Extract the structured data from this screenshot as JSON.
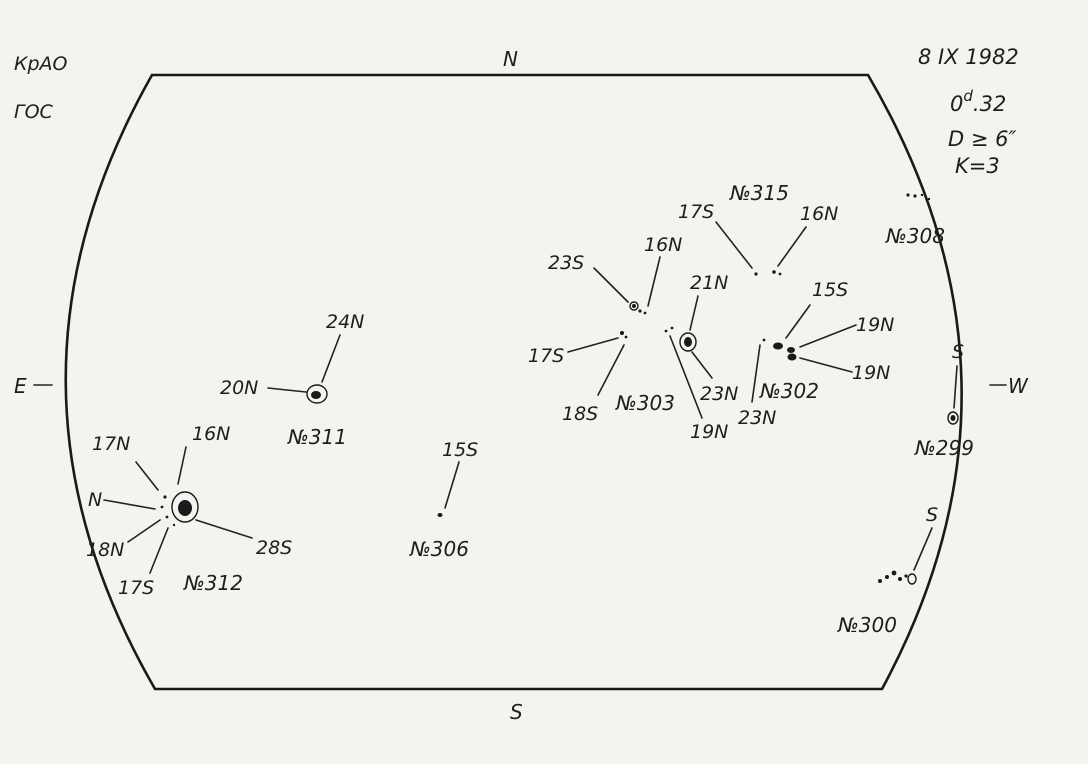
{
  "observatory": "КрАО",
  "instrument": "ГОС",
  "date": "8 IX 1982",
  "time": "0",
  "time_sup": "d",
  "time_frac": ".32",
  "diameter": "D ≥ 6″",
  "k_value": "K=3",
  "directions": {
    "north": "N",
    "south": "S",
    "east": "E",
    "west": "W"
  },
  "groups": {
    "g299": {
      "number": "№299",
      "label": "S"
    },
    "g300": {
      "number": "№300",
      "label": "S"
    },
    "g302": {
      "number": "№302",
      "l1": "15S",
      "l2": "19N",
      "l3": "19N",
      "l4": "23N"
    },
    "g303": {
      "number": "№303",
      "l1": "23S",
      "l2": "16N",
      "l3": "17S",
      "l4": "18S",
      "l5": "21N",
      "l6": "23N",
      "l7": "19N"
    },
    "g306": {
      "number": "№306",
      "label": "15S"
    },
    "g308": {
      "number": "№308"
    },
    "g311": {
      "number": "№311",
      "l1": "24N",
      "l2": "20N"
    },
    "g312": {
      "number": "№312",
      "l1": "17N",
      "l2": "16N",
      "l3": "N",
      "l4": "18N",
      "l5": "17S",
      "l6": "28S"
    },
    "g315": {
      "number": "№315",
      "l1": "17S",
      "l2": "16N"
    }
  }
}
